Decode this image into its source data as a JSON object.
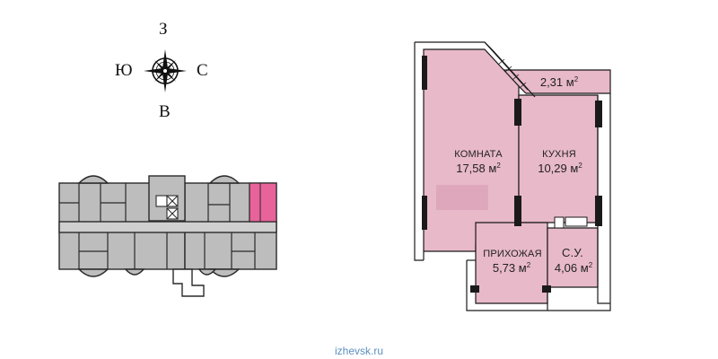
{
  "compass": {
    "north": "З",
    "west": "Ю",
    "east": "С",
    "south": "В"
  },
  "rooms": {
    "living": {
      "label": "КОМНАТА",
      "area": "17,58 м",
      "unit_sup": "2"
    },
    "kitchen": {
      "label": "КУХНЯ",
      "area": "10,29 м",
      "unit_sup": "2"
    },
    "hall": {
      "label": "ПРИХОЖАЯ",
      "area": "5,73 м",
      "unit_sup": "2"
    },
    "bathroom": {
      "label": "С.У.",
      "area": "4,06 м",
      "unit_sup": "2"
    },
    "balcony": {
      "area": "2,31 м",
      "unit_sup": "2"
    }
  },
  "footer": {
    "source": "izhevsk.ru"
  },
  "colors": {
    "room_fill": "#e8b9c9",
    "highlight": "#e8639a",
    "wall": "#1a1a1a",
    "floor_gray": "#b9b9b9"
  }
}
